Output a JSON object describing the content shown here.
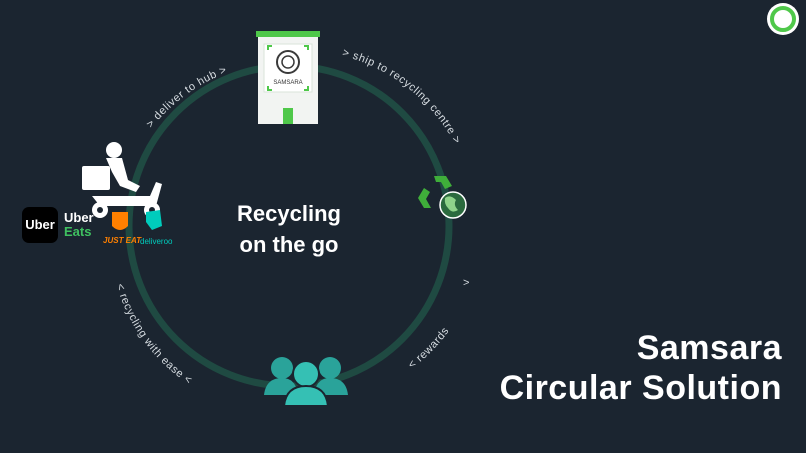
{
  "center": {
    "line1": "Recycling",
    "line2": "on the go"
  },
  "title": {
    "line1": "Samsara",
    "line2": "Circular Solution"
  },
  "arc_labels": {
    "deliver": "> deliver to hub >",
    "ship": "> ship to recycling centre >",
    "right_chevron": ">",
    "rewards": "< rewards",
    "ease": "< recycling  with ease <"
  },
  "hub": {
    "brand": "SAMSARA"
  },
  "partners": {
    "uber": "Uber",
    "uber_eats_1": "Uber",
    "uber_eats_2": "Eats",
    "just_eat": "JUST EAT",
    "deliveroo": "deliveroo"
  },
  "colors": {
    "background": "#1b2530",
    "ring": "#1f4a42",
    "accent_green": "#4fc84a",
    "teal": "#2aa39a"
  },
  "icons": [
    "logo-ring-icon",
    "hub-building-icon",
    "recycle-globe-icon",
    "people-icon",
    "scooter-courier-icon"
  ]
}
